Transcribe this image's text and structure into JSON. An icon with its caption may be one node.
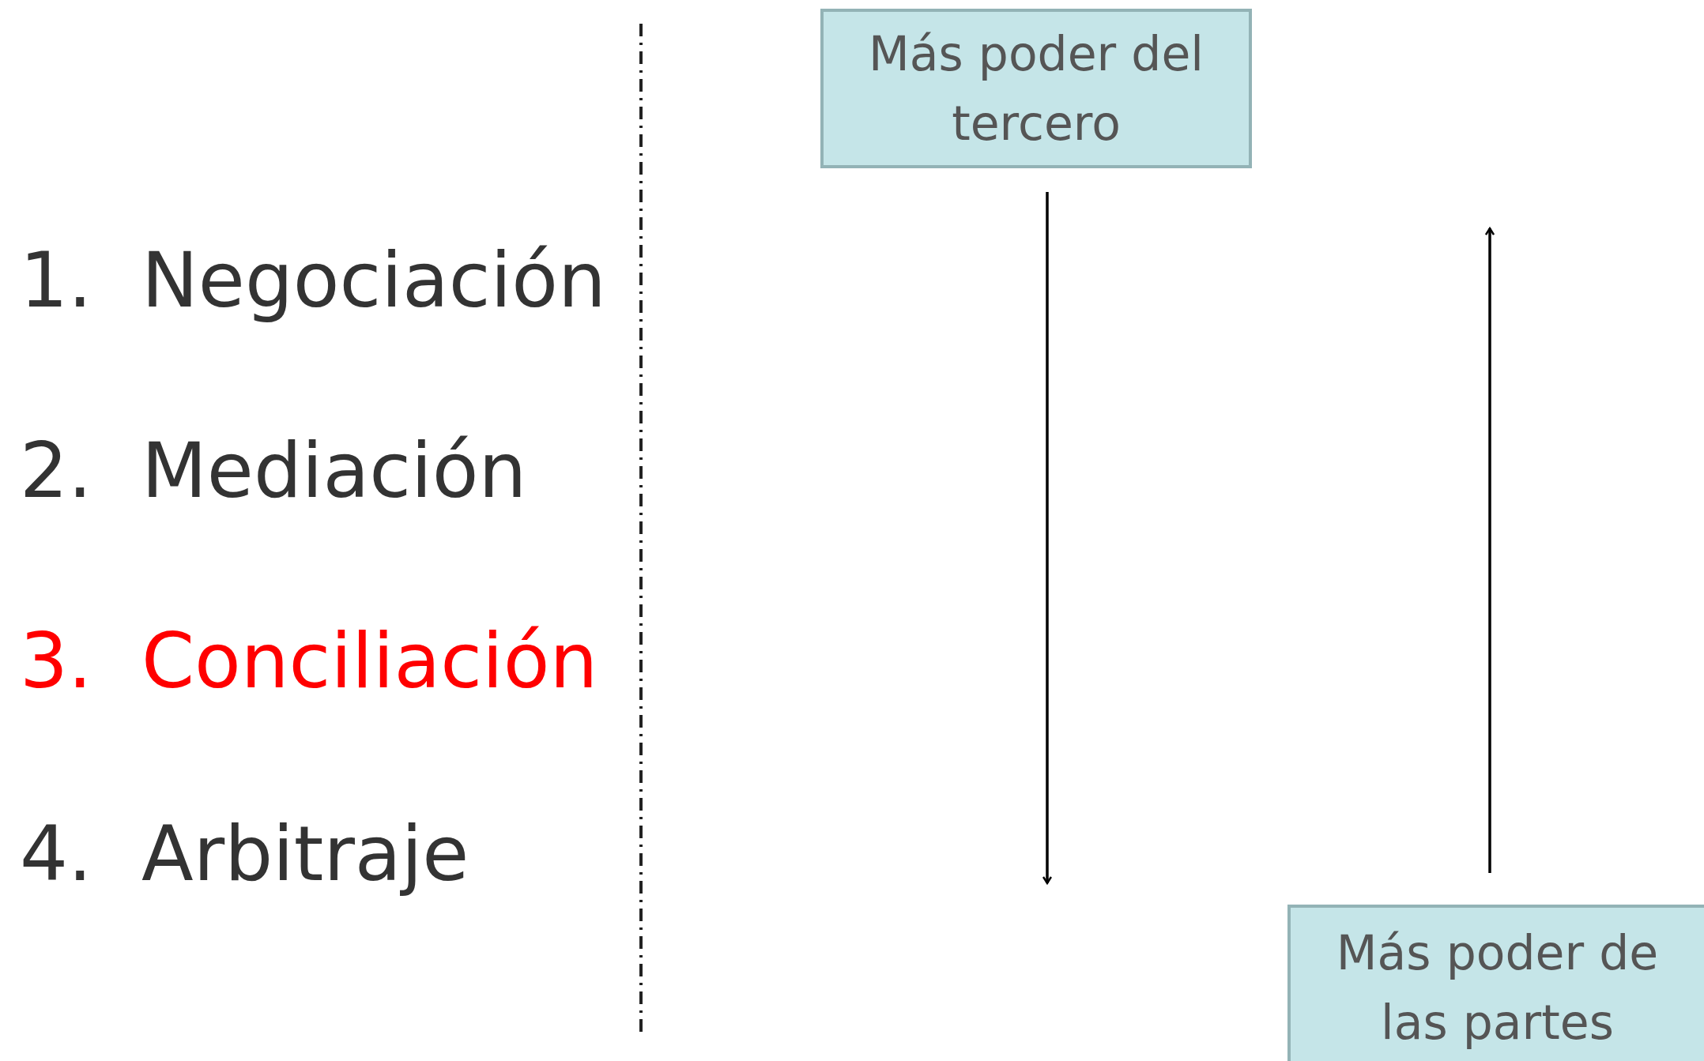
{
  "diagram": {
    "nodes": [
      {
        "text": [
          "Más poder del tercero"
        ]
      },
      {
        "text": [
          "Más poder de las partes"
        ]
      }
    ],
    "edges": [
      {
        "from": 0,
        "to": null,
        "arrow": "to"
      },
      {
        "from": 1,
        "to": null,
        "arrow": "to"
      }
    ],
    "labels": [
      "1.",
      "Negociación",
      "2.",
      "Mediación",
      "3.",
      "Conciliación",
      "4.",
      "Arbitraje"
    ]
  }
}
